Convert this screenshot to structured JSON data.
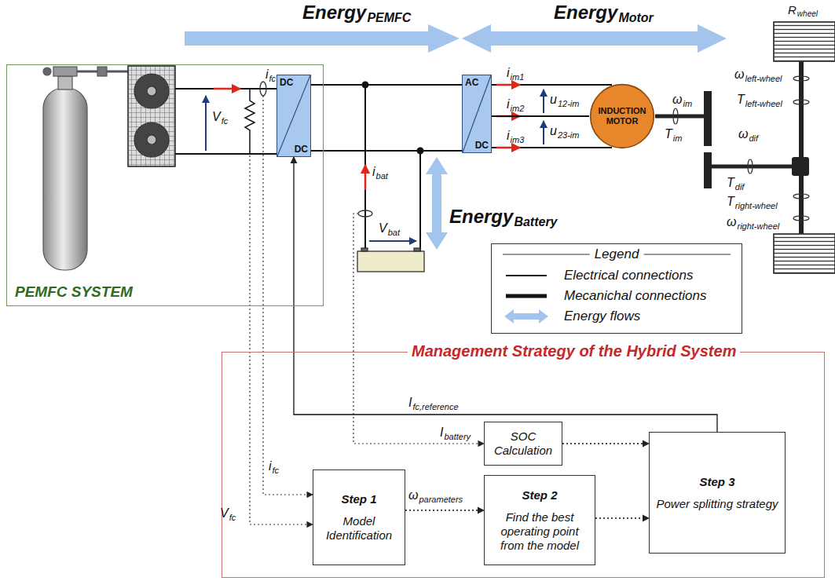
{
  "diagram": {
    "nodes": [
      {
        "text": [
          "PEMFC SYSTEM"
        ]
      },
      {
        "text": [
          "DC",
          "DC"
        ],
        "in": 0
      },
      {
        "text": [
          "AC",
          "DC"
        ]
      },
      {
        "text": [
          "INDUCTION MOTOR"
        ]
      },
      {
        "text": [
          "Legend"
        ]
      },
      {
        "text": [
          "Management Strategy of the Hybrid System"
        ]
      },
      {
        "text": [
          "SOC Calculation"
        ],
        "in": 5
      },
      {
        "text": [
          "Step 1",
          "Model Identification"
        ],
        "in": 5
      },
      {
        "text": [
          "Step 2",
          "Find the best operating point from the model"
        ],
        "in": 5
      },
      {
        "text": [
          "Step 3",
          "Power splitting strategy"
        ],
        "in": 5
      }
    ],
    "edges": [
      {
        "from": 1,
        "to": 2,
        "arrow": "none"
      },
      {
        "from": 2,
        "to": 3,
        "arrow": "none"
      },
      {
        "from": 7,
        "to": 8,
        "arrow": "to"
      },
      {
        "from": 8,
        "to": 9,
        "arrow": "to"
      },
      {
        "from": 6,
        "to": 9,
        "arrow": "to"
      },
      {
        "from": 9,
        "to": 1,
        "arrow": "to"
      }
    ],
    "labels": [
      "Energy",
      "PEMFC",
      "Energy",
      "Motor",
      "R",
      "wheel",
      "i",
      "fc",
      "V",
      "fc",
      "i",
      "im1",
      "i",
      "im2",
      "i",
      "im3",
      "u",
      "12-im",
      "u",
      "23-im",
      "ω",
      "left-wheel",
      "T",
      "left-wheel",
      "ω",
      "im",
      "T",
      "im",
      "ω",
      "dif",
      "T",
      "dif",
      "T",
      "right-wheel",
      "ω",
      "right-wheel",
      "i",
      "bat",
      "V",
      "bat",
      "Energy",
      "Battery",
      "I",
      "fc,reference",
      "I",
      "battery",
      "i",
      "fc",
      "V",
      "fc",
      "ω",
      "parameters"
    ],
    "legend": [
      {
        "text": "Electrical connections"
      },
      {
        "text": "Mecanichal connections"
      },
      {
        "text": "Energy flows",
        "color": "#a3c4ec"
      }
    ]
  }
}
